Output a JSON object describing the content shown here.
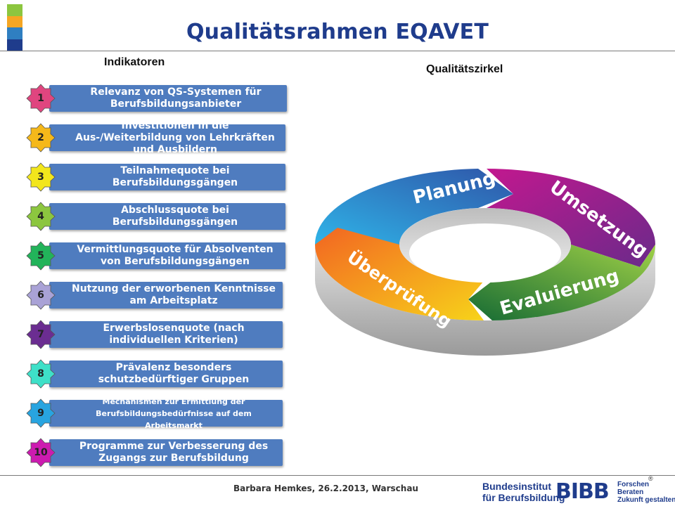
{
  "title": "Qualitätsrahmen EQAVET",
  "labels": {
    "indicators": "Indikatoren",
    "cycle": "Qualitätszirkel"
  },
  "indicators": [
    {
      "num": "1",
      "text": "Relevanz von QS-Systemen für Berufsbildungsanbieter",
      "color": "#e0457f"
    },
    {
      "num": "2",
      "text": "Investitionen in die Aus-/Weiterbildung von Lehrkräften und Ausbildern",
      "color": "#f5b81a"
    },
    {
      "num": "3",
      "text": "Teilnahmequote bei Berufsbildungsgängen",
      "color": "#f2e61c"
    },
    {
      "num": "4",
      "text": "Abschlussquote bei Berufsbildungsgängen",
      "color": "#8cc63f"
    },
    {
      "num": "5",
      "text": "Vermittlungsquote für Absolventen von Berufsbildungsgängen",
      "color": "#22b35a"
    },
    {
      "num": "6",
      "text": "Nutzung der erworbenen Kenntnisse am Arbeitsplatz",
      "color": "#a9a2d6"
    },
    {
      "num": "7",
      "text": "Erwerbslosenquote (nach individuellen Kriterien)",
      "color": "#6b2d91"
    },
    {
      "num": "8",
      "text": "Prävalenz besonders schutzbedürftiger Gruppen",
      "color": "#3ee0c8"
    },
    {
      "num": "9",
      "text": "Mechanismen zur Ermittlung der Berufsbildungsbedürfnisse auf dem Arbeitsmarkt",
      "color": "#28a4e0"
    },
    {
      "num": "10",
      "text": "Programme zur Verbesserung des Zugangs zur Berufsbildung",
      "color": "#cc1bb0"
    }
  ],
  "cycle": {
    "segments": [
      {
        "label": "Planung",
        "color_start": "#2fa8e0",
        "color_end": "#2f5fb0"
      },
      {
        "label": "Umsetzung",
        "color_start": "#c2188f",
        "color_end": "#7a2a8c"
      },
      {
        "label": "Evaluierung",
        "color_start": "#8cc63f",
        "color_end": "#1f7a3a"
      },
      {
        "label": "Überprüfung",
        "color_start": "#f7d31a",
        "color_end": "#f26522"
      }
    ]
  },
  "footer": {
    "presenter": "Barbara Hemkes, 26.2.2013, Warschau",
    "institute": "Bundesinstitut\nfür Berufsbildung",
    "brand": "BIBB",
    "slogan": [
      "Forschen",
      "Beraten",
      "Zukunft gestalten"
    ],
    "registered": "®"
  },
  "colors": {
    "title": "#1f3c8c",
    "bar": "#4f7cbf",
    "corner": [
      "#8cc63f",
      "#f5a623",
      "#2f7fc1",
      "#1f3c8c"
    ]
  }
}
